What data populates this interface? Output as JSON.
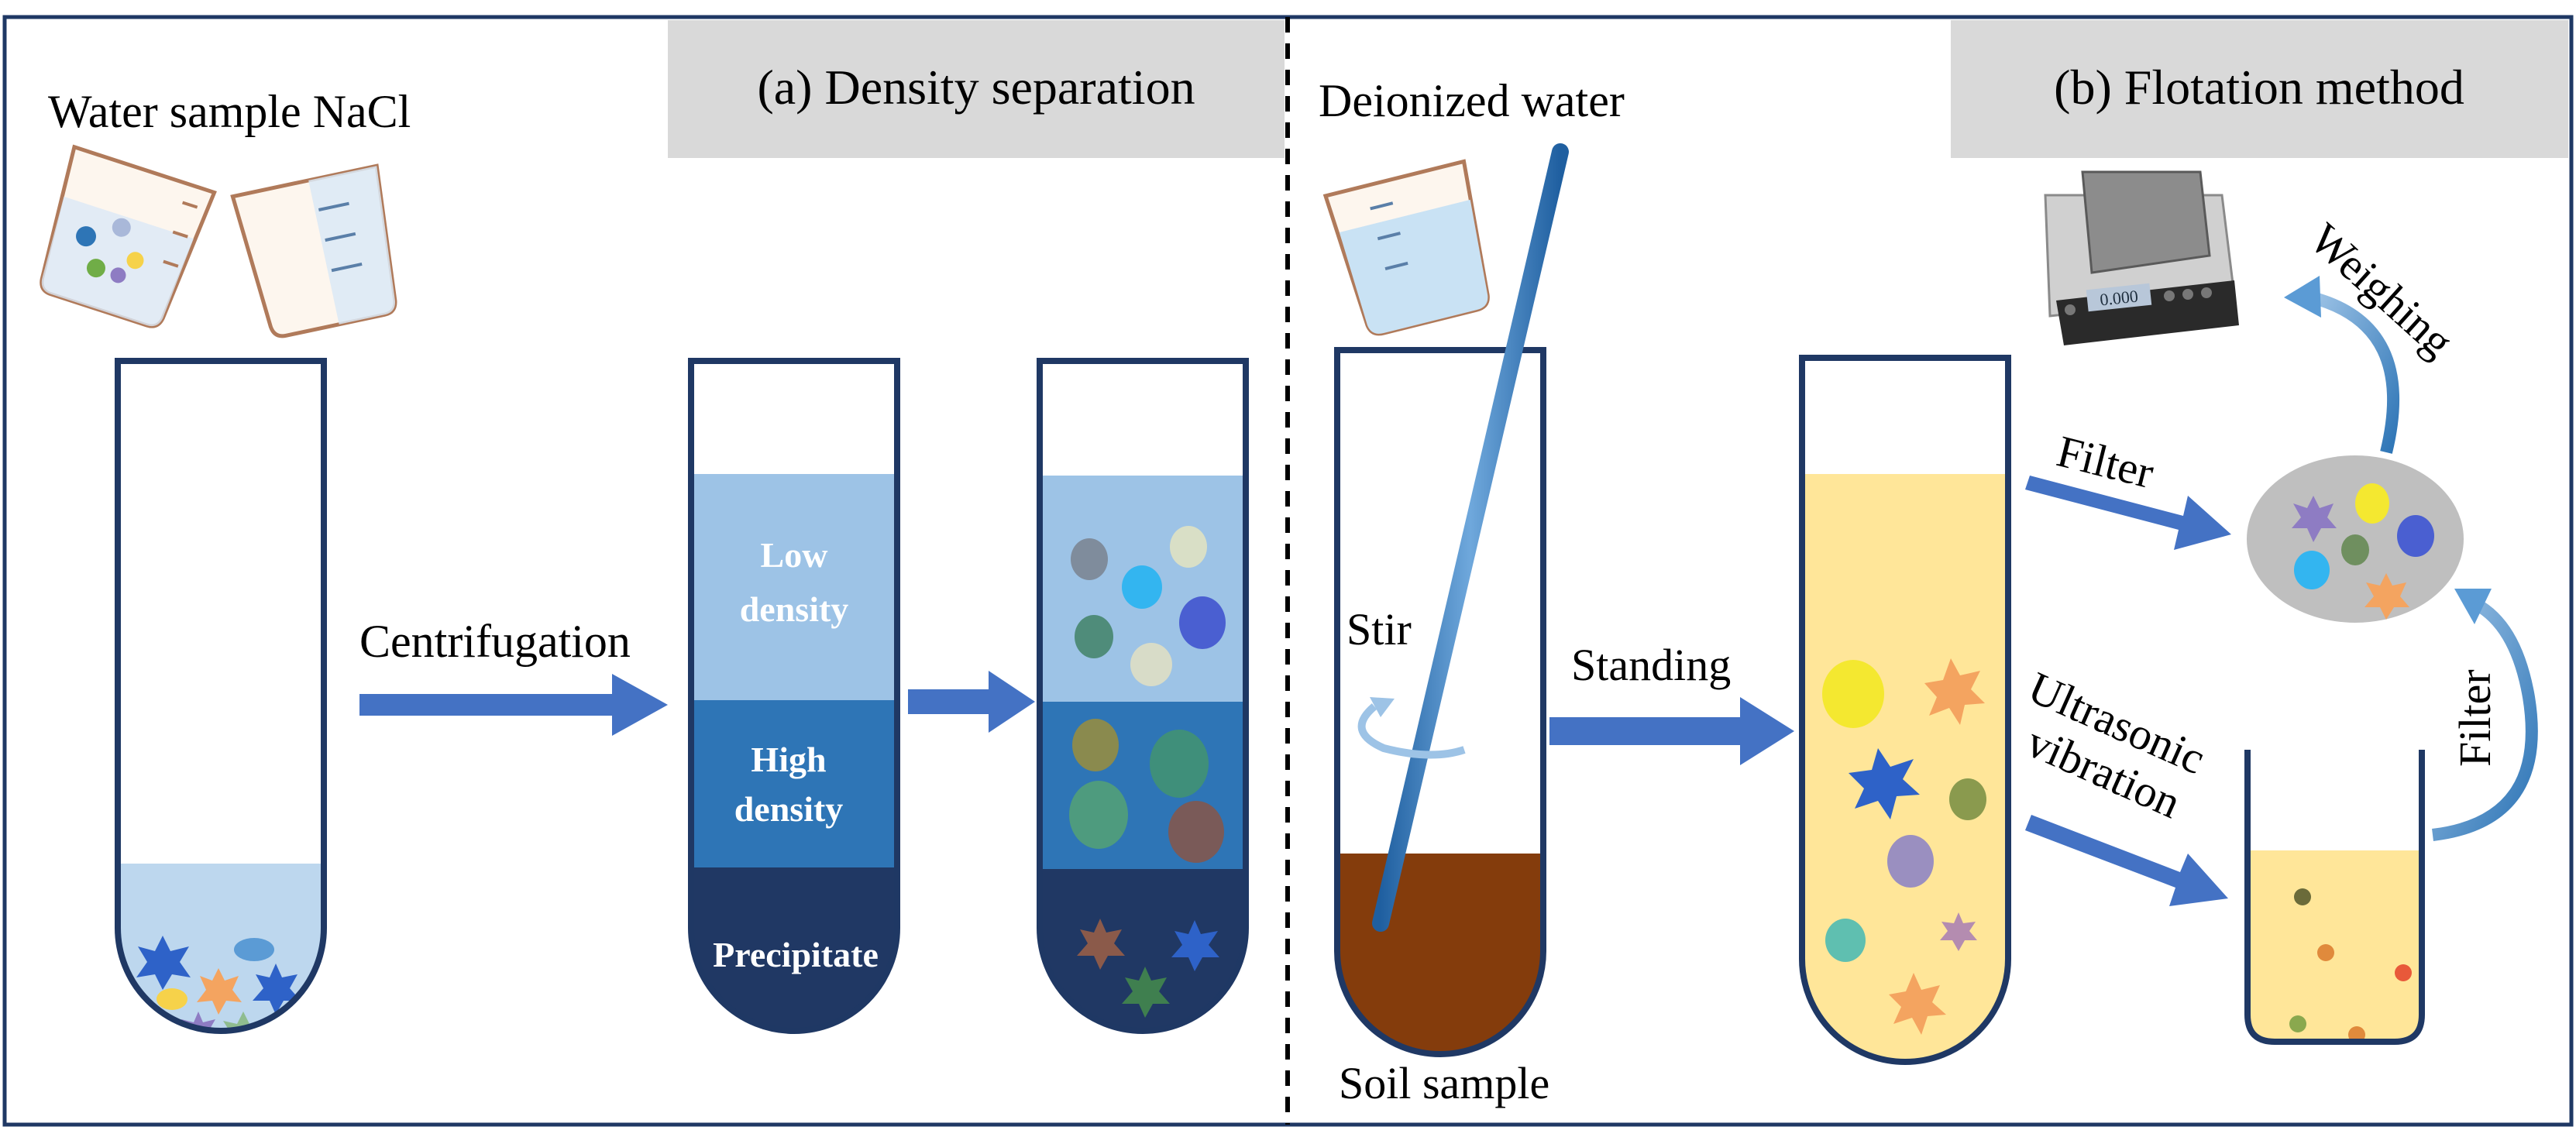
{
  "panel_a": {
    "title": "(a) Density separation",
    "sample_label": "Water sample NaCl",
    "step_label": "Centrifugation",
    "layers": {
      "low": [
        "Low",
        "density"
      ],
      "high": [
        "High",
        "density"
      ],
      "precipitate": "Precipitate"
    }
  },
  "panel_b": {
    "title": "(b) Flotation method",
    "water_label": "Deionized water",
    "stir_label": "Stir",
    "soil_label": "Soil sample",
    "standing_label": "Standing",
    "filter_label_top": "Filter",
    "ultrasonic_label": [
      "Ultrasonic",
      "vibration"
    ],
    "filter_label_side": "Filter",
    "weighing_label": "Weighing",
    "scale_display": "0.000"
  },
  "colors": {
    "frame": "#1f3864",
    "arrow": "#4472c4",
    "header_bg": "#d9d9d9",
    "water_light": "#bdd7ee",
    "low_density": "#9dc3e6",
    "high_density": "#2e75b6",
    "precipitate": "#203864",
    "soil": "#843c0c",
    "suspension": "#ffe699",
    "filter_paper": "#bfbfbf"
  }
}
